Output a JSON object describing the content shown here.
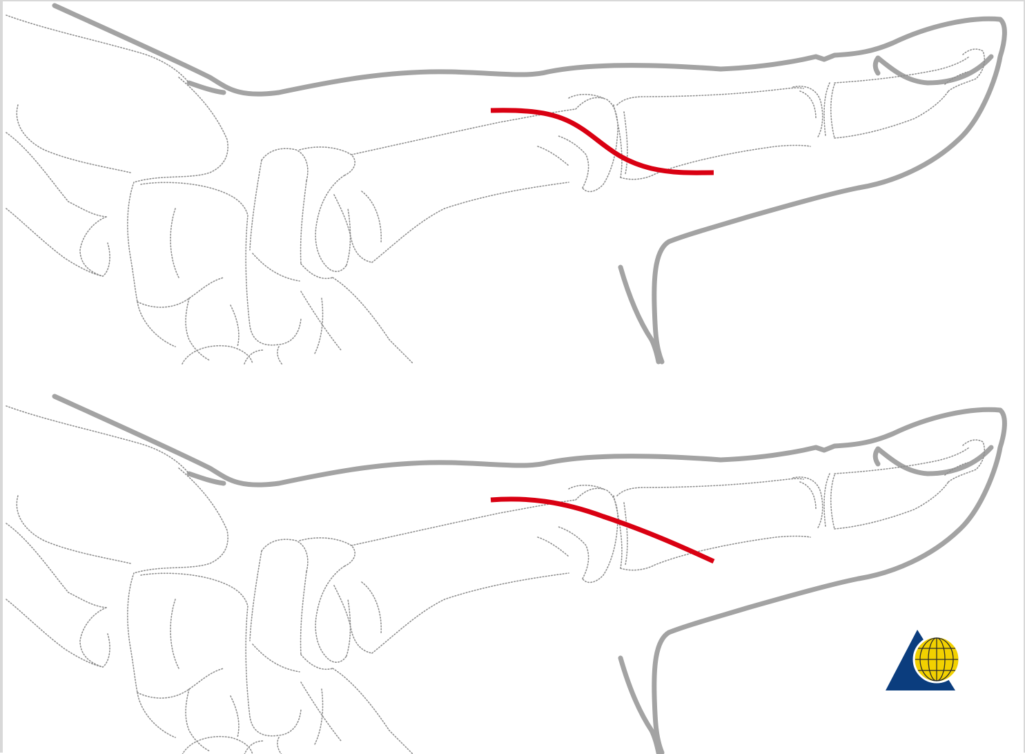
{
  "figure": {
    "panels": [
      {
        "id": "top",
        "incision": "curved"
      },
      {
        "id": "bottom",
        "incision": "straight-oblique"
      }
    ],
    "colors": {
      "skin_outline": "#a3a3a3",
      "bone_outline": "#8f8f8f",
      "incision": "#d90012",
      "logo_triangle": "#0b3d7e",
      "logo_globe": "#f2d100"
    },
    "logo": {
      "icon": "ao-triangle-globe-logo"
    }
  }
}
